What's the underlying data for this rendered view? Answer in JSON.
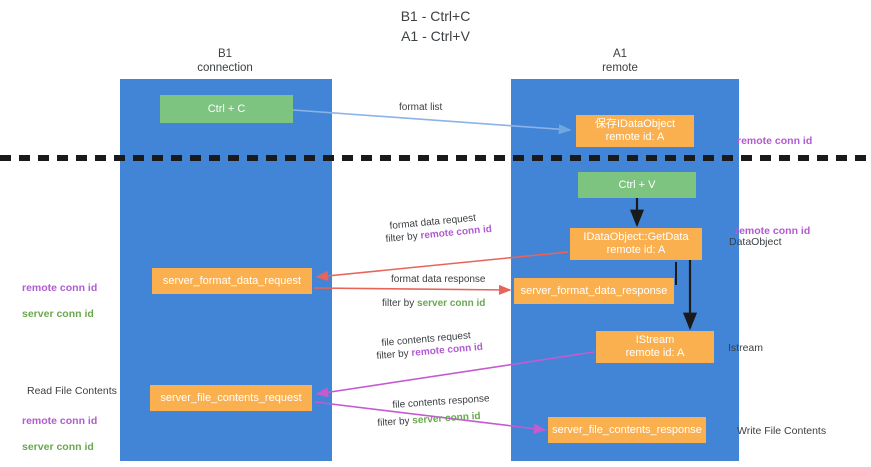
{
  "title": "B1 - Ctrl+C\nA1 - Ctrl+V",
  "lanes": [
    {
      "id": "b1",
      "header": "B1\nconnection"
    },
    {
      "id": "a1",
      "header": "A1\nremote"
    }
  ],
  "nodes": {
    "ctrl_c": "Ctrl + C",
    "save_dataobject": "保存IDataObject\nremote id: A",
    "ctrl_v": "Ctrl + V",
    "getdata": "IDataObject::GetData\nremote id: A",
    "server_format_data_request": "server_format_data_request",
    "server_format_data_response": "server_format_data_response",
    "istream": "IStream\nremote id: A",
    "server_file_contents_request": "server_file_contents_request",
    "server_file_contents_response": "server_file_contents_response"
  },
  "flows": {
    "format_list": "format list",
    "format_data_request": "format data request",
    "format_data_request_filter_prefix": "filter by ",
    "format_data_request_filter_key": "remote conn id",
    "format_data_response": "format data response",
    "format_data_response_filter_prefix": "filter by ",
    "format_data_response_filter_key": "server conn id",
    "file_contents_request": "file contents request",
    "file_contents_request_filter_prefix": "filter by ",
    "file_contents_request_filter_key": "remote conn id",
    "file_contents_response": "file contents response",
    "file_contents_response_filter_prefix": "filter by ",
    "file_contents_response_filter_key": "server conn id"
  },
  "annotations": {
    "right_remote_conn_id_top": "remote conn id",
    "right_remote_conn_id_mid": "remote conn id",
    "label_dataobject": "DataObject",
    "label_istream": "Istream",
    "label_write_file_contents": "Write File Contents",
    "left_remote_conn_id": "remote conn id",
    "left_server_conn_id": "server conn id",
    "label_read_file_contents": "Read File Contents",
    "left_remote_conn_id_2": "remote conn id",
    "left_server_conn_id_2": "server conn id"
  },
  "colors": {
    "lane": "#4285d6",
    "green_node": "#7cc47f",
    "orange_node": "#fbb050",
    "purple_text": "#b05bd0",
    "green_text": "#6aa84f",
    "red_arrow": "#e8645a",
    "magenta_arrow": "#c45bd0",
    "blue_arrow": "#8ab4e8",
    "black_arrow": "#1a1a1a"
  }
}
